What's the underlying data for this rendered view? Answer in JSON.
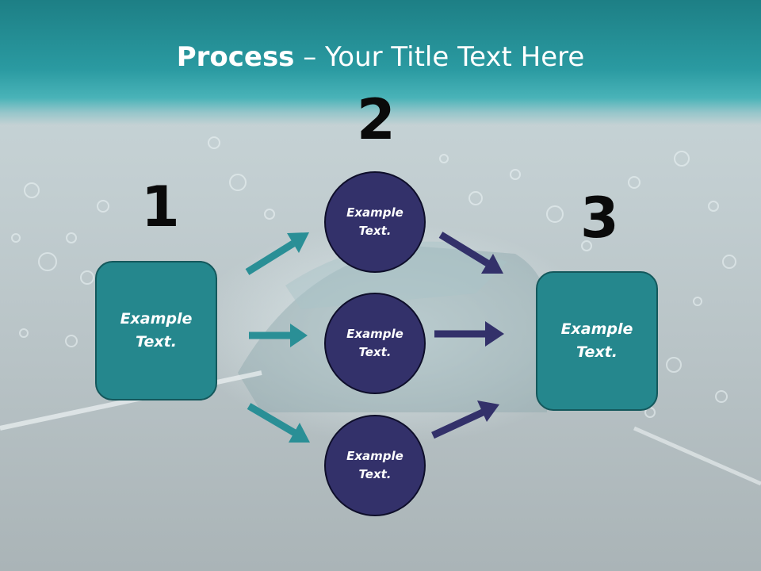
{
  "slide": {
    "title_bold": "Process",
    "title_rest": " – Your Title Text Here"
  },
  "steps": [
    {
      "number": "1",
      "label": "Example Text."
    },
    {
      "number": "2",
      "labels": [
        "Example Text.",
        "Example Text.",
        "Example Text."
      ]
    },
    {
      "number": "3",
      "label": "Example Text."
    }
  ],
  "colors": {
    "title_band": "#2a9aa1",
    "box_fill": "#25878d",
    "circle_fill": "#33316a",
    "teal_arrow": "#2a8f96",
    "navy_arrow": "#33316a"
  }
}
